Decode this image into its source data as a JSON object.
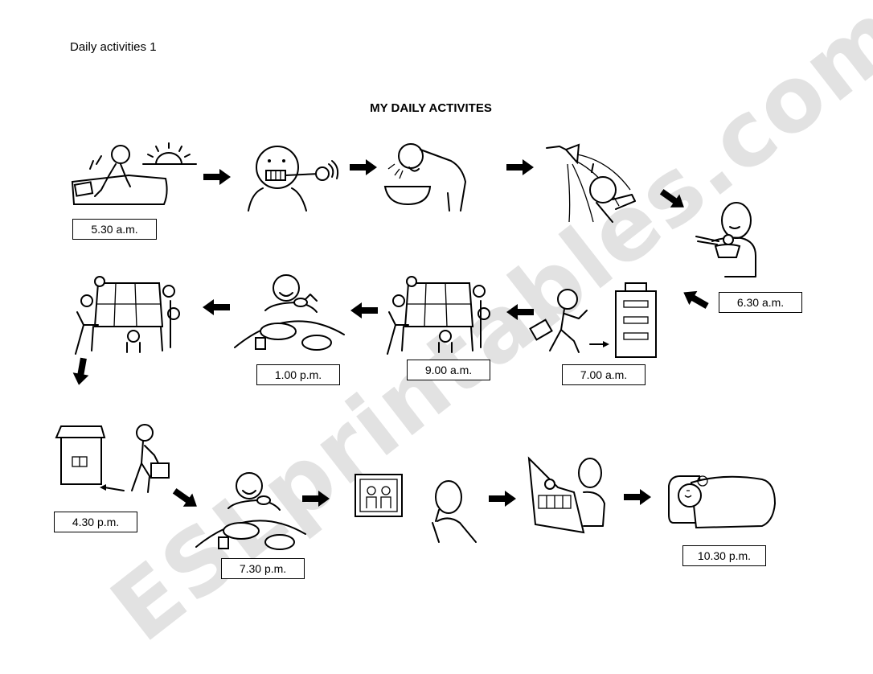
{
  "header": {
    "text": "Daily activities 1"
  },
  "title": "MY DAILY ACTIVITES",
  "watermark": "ESLprintables.com",
  "times": {
    "t1": "5.30 a.m.",
    "t2": "6.30 a.m.",
    "t3": "7.00 a.m.",
    "t4": "9.00 a.m.",
    "t5": "1.00 p.m.",
    "t6": "4.30 p.m.",
    "t7": "7.30 p.m.",
    "t8": "10.30 p.m."
  },
  "icons": {
    "arrow": "arrow-icon",
    "wake": "wake-up-icon",
    "teeth": "brush-teeth-icon",
    "wash": "wash-face-icon",
    "shower": "shower-icon",
    "breakfast": "breakfast-icon",
    "office": "go-to-work-icon",
    "meeting": "meeting-icon",
    "lunch": "lunch-icon",
    "home": "go-home-icon",
    "dinner": "dinner-icon",
    "tv": "watch-tv-icon",
    "read": "read-newspaper-icon",
    "sleep": "sleep-icon"
  }
}
